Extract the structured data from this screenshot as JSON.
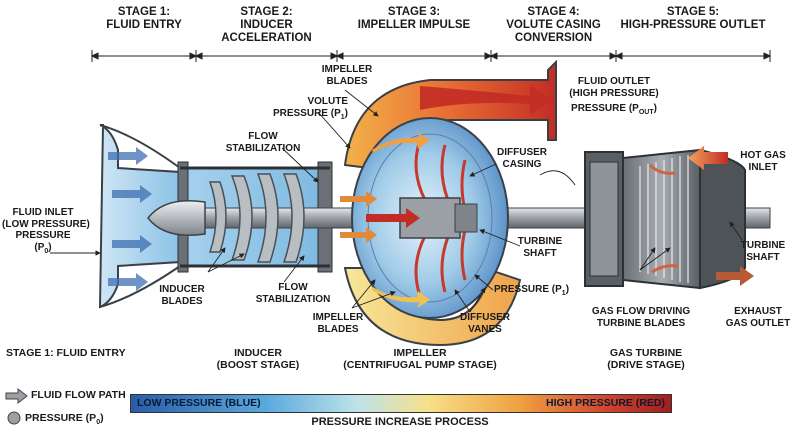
{
  "stages": [
    {
      "l1": "STAGE 1:",
      "l2": "FLUID ENTRY"
    },
    {
      "l1": "STAGE 2:",
      "l2": "INDUCER",
      "l3": "ACCELERATION"
    },
    {
      "l1": "STAGE 3:",
      "l2": "IMPELLER IMPULSE"
    },
    {
      "l1": "STAGE 4:",
      "l2": "VOLUTE CASING",
      "l3": "CONVERSION"
    },
    {
      "l1": "STAGE 5:",
      "l2": "HIGH-PRESSURE OUTLET"
    }
  ],
  "labels": {
    "fluid_inlet": [
      "FLUID INLET",
      "(LOW PRESSURE)",
      "PRESSURE"
    ],
    "p0_main": "(P",
    "p0_sub": "0",
    "close": ")",
    "impeller_blades_top": [
      "IMPELLER",
      "BLADES"
    ],
    "volute_pressure": [
      "VOLUTE",
      "PRESSURE (P"
    ],
    "p1_sub": "1",
    "flow_stab_top": [
      "FLOW",
      "STABILIZATION"
    ],
    "fluid_outlet": [
      "FLUID OUTLET",
      "(HIGH PRESSURE)",
      "PRESSURE (P"
    ],
    "pout_sub": "OUT",
    "diffuser_casing": [
      "DIFFUSER",
      "CASING"
    ],
    "hot_gas_inlet": [
      "HOT GAS",
      "INLET"
    ],
    "turbine_shaft_mid": [
      "TURBINE",
      "SHAFT"
    ],
    "turbine_shaft_right": [
      "TURBINE",
      "SHAFT"
    ],
    "pressure_p1": "PRESSURE (P",
    "inducer_blades": [
      "INDUCER",
      "BLADES"
    ],
    "flow_stab_bottom": [
      "FLOW",
      "STABILIZATION"
    ],
    "impeller_blades_bottom": [
      "IMPELLER",
      "BLADES"
    ],
    "diffuser_vanes": [
      "DIFFUSER",
      "VANES"
    ],
    "gas_flow_driving": [
      "GAS FLOW DRIVING",
      "TURBINE BLADES"
    ],
    "exhaust": [
      "EXHAUST",
      "GAS OUTLET"
    ]
  },
  "bottom": {
    "stage1": "STAGE 1: FLUID ENTRY",
    "inducer": [
      "INDUCER",
      "(BOOST STAGE)"
    ],
    "impeller": [
      "IMPELLER",
      "(CENTRIFUGAL PUMP STAGE)"
    ],
    "turbine": [
      "GAS TURBINE",
      "(DRIVE STAGE)"
    ]
  },
  "legend": {
    "flow_path": "FLUID FLOW PATH",
    "pressure": "PRESSURE (P",
    "p_sub": "0",
    "close": ")"
  },
  "pressure_bar": {
    "low": "LOW PRESSURE (BLUE)",
    "high": "HIGH PRESSURE (RED)",
    "title": "PRESSURE INCREASE PROCESS"
  },
  "colors": {
    "low": "#2a5ca8",
    "mid": "#f6e08a",
    "high": "#a01e1e",
    "metal": "#8a8f95"
  }
}
